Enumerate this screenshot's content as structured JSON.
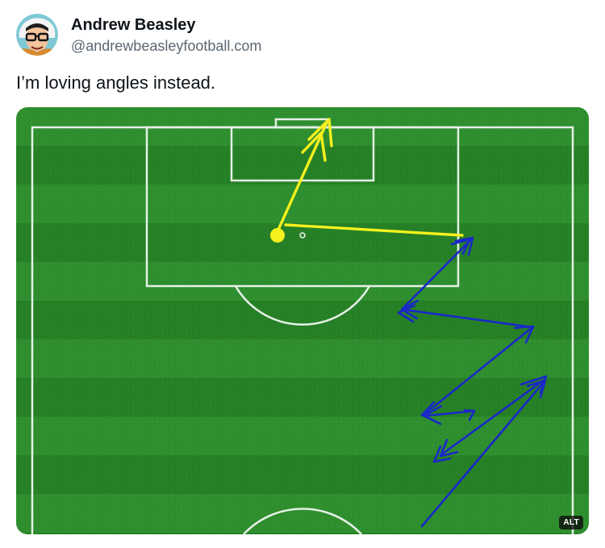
{
  "post": {
    "author": {
      "display_name": "Andrew Beasley",
      "handle": "@andrewbeasleyfootball.com",
      "avatar_icon": "cartoon-avatar-icon"
    },
    "text": "I’m loving angles instead.",
    "media": {
      "alt_badge": "ALT",
      "pitch_color": "#2a8a2a",
      "line_color": "#e6f0e6",
      "shot_arrow_color": "#f5f01e",
      "pass_arrow_color": "#1a28c8"
    }
  }
}
